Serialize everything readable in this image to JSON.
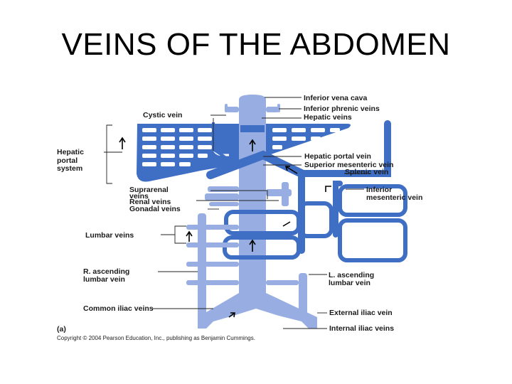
{
  "slide": {
    "title": "VEINS OF THE ABDOMEN"
  },
  "labels": {
    "ivc": "Inferior vena cava",
    "phrenic": "Inferior phrenic veins",
    "hepatic": "Hepatic veins",
    "cystic": "Cystic vein",
    "hps1": "Hepatic",
    "hps2": "portal",
    "hps3": "system",
    "portal": "Hepatic portal vein",
    "supmes": "Superior mesenteric vein",
    "splenic": "Splenic vein",
    "infmes1": "Inferior",
    "infmes2": "mesenteric vein",
    "supra1": "Suprarenal",
    "supra2": "veins",
    "renal": "Renal veins",
    "gonadal": "Gonadal veins",
    "lumbar": "Lumbar veins",
    "rasc1": "R. ascending",
    "rasc2": "lumbar vein",
    "lasc1": "L. ascending",
    "lasc2": "lumbar vein",
    "common": "Common iliac veins",
    "external": "External iliac vein",
    "internal": "Internal iliac veins",
    "panel": "(a)",
    "copyright": "Copyright © 2004 Pearson Education, Inc., publishing as Benjamin Cummings."
  },
  "colors": {
    "ivc": "#98aee2",
    "portal": "#3f6fc4",
    "lightVein": "#98aee2",
    "leader": "#222222"
  }
}
